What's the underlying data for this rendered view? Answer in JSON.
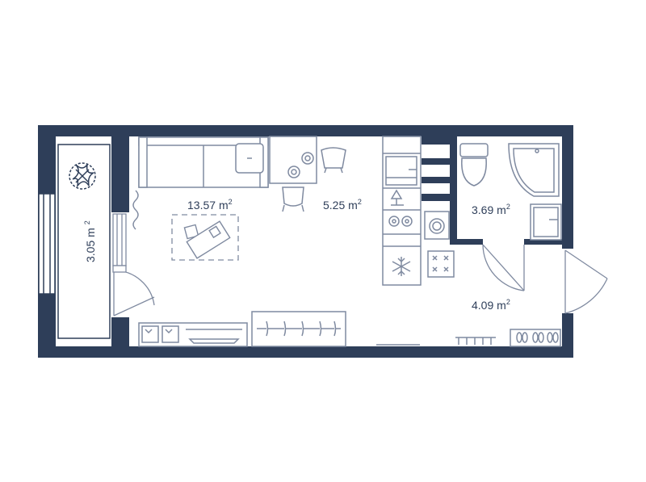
{
  "colors": {
    "wall": "#2e3e59",
    "furniture": "#7f8aa0",
    "floor": "#ffffff",
    "label": "#2e3e59"
  },
  "rooms": {
    "living": {
      "area": "13.57",
      "unit": "m",
      "sup": "2"
    },
    "kitchen": {
      "area": "5.25",
      "unit": "m",
      "sup": "2"
    },
    "bathroom": {
      "area": "3.69",
      "unit": "m",
      "sup": "2"
    },
    "hallway": {
      "area": "4.09",
      "unit": "m",
      "sup": "2"
    },
    "balcony": {
      "area": "3.05",
      "unit": "m",
      "sup": "2"
    }
  }
}
